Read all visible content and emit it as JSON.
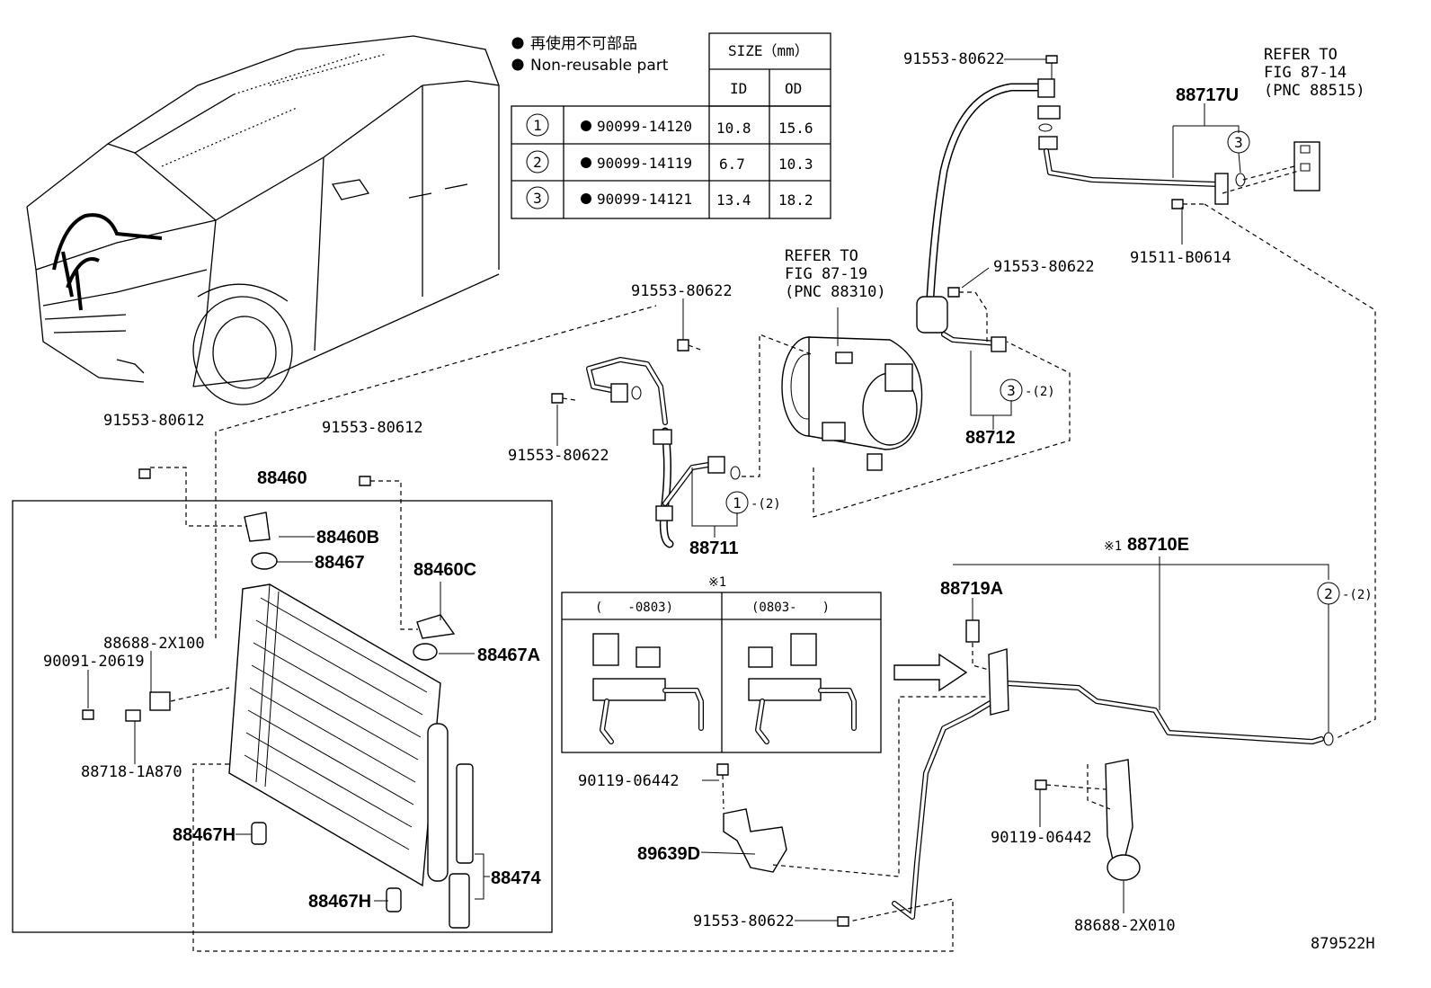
{
  "legend": {
    "line_ja": "再使用不可部品",
    "line_en": "Non-reusable part"
  },
  "size_table": {
    "header": "SIZE（mm）",
    "col_id": "ID",
    "col_od": "OD",
    "rows": [
      {
        "num": "1",
        "part": "90099-14120",
        "id": "10.8",
        "od": "15.6"
      },
      {
        "num": "2",
        "part": "90099-14119",
        "id": "6.7",
        "od": "10.3"
      },
      {
        "num": "3",
        "part": "90099-14121",
        "id": "13.4",
        "od": "18.2"
      }
    ]
  },
  "variant_box": {
    "marker": "※1",
    "left_range": "(　　-0803)",
    "right_range": "(0803-　　)"
  },
  "labels": {
    "bolt_top_rear": "91553-80622",
    "refer_evap_1": "REFER TO",
    "refer_evap_2": "FIG 87-14",
    "refer_evap_3": "(PNC 88515)",
    "p88717U": "88717U",
    "bolt_b0614": "91511-B0614",
    "bolt_mid_right": "91553-80622",
    "refer_comp_1": "REFER TO",
    "refer_comp_2": "FIG 87-19",
    "refer_comp_3": "(PNC 88310)",
    "bolt_comp_top": "91553-80622",
    "bolt_comp_left": "91553-80622",
    "p88712": "88712",
    "p88711": "88711",
    "oring_3_qty": "-(2)",
    "oring_1_qty": "-(2)",
    "oring_2_qty": "-(2)",
    "bolt_80612_left": "91553-80612",
    "bolt_80612_right": "91553-80612",
    "p88460": "88460",
    "p88460B": "88460B",
    "p88467": "88467",
    "p88460C": "88460C",
    "p88467A": "88467A",
    "p88688_2X100": "88688-2X100",
    "p90091_20619": "90091-20619",
    "p88718_1A870": "88718-1A870",
    "p88467H_a": "88467H",
    "p88467H_b": "88467H",
    "p88474": "88474",
    "p88710E_mark": "※1",
    "p88710E": "88710E",
    "p88719A": "88719A",
    "bolt_06442_mid": "90119-06442",
    "p89639D": "89639D",
    "bolt_06442_right": "90119-06442",
    "p88688_2X010": "88688-2X010",
    "bolt_bottom": "91553-80622",
    "figure_id": "879522H"
  }
}
